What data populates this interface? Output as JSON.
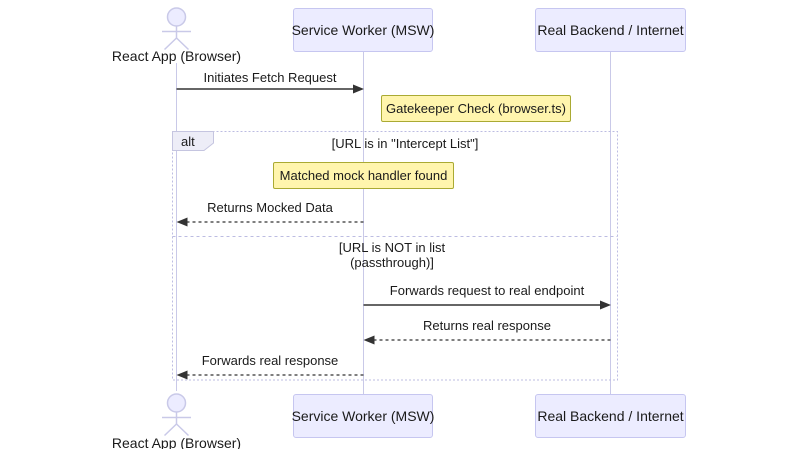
{
  "actors": {
    "react_app": {
      "label": "React App (Browser)"
    },
    "service_worker": {
      "label": "Service Worker (MSW)"
    },
    "backend": {
      "label": "Real Backend / Internet"
    }
  },
  "messages": {
    "initiates_fetch": "Initiates Fetch Request",
    "returns_mocked": "Returns Mocked Data",
    "forwards_request": "Forwards request to real endpoint",
    "returns_real": "Returns real response",
    "forwards_real": "Forwards real response"
  },
  "notes": {
    "gatekeeper_check": "Gatekeeper Check (browser.ts)",
    "matched_handler": "Matched mock handler found"
  },
  "alt_frame": {
    "label": "alt",
    "condition_intercept": "[URL is in \"Intercept List\"]",
    "condition_passthrough_line1": "[URL is NOT in list",
    "condition_passthrough_line2": "(passthrough)]"
  },
  "colors": {
    "participant_fill": "#ECECFF",
    "participant_border": "#C6C6F0",
    "lifeline": "#C9C9E8",
    "note_fill": "#FFF5AD",
    "note_border": "#AAAA33",
    "frame_border": "#BCBCE2",
    "message_line": "#333333",
    "text": "#1A1A1A"
  }
}
